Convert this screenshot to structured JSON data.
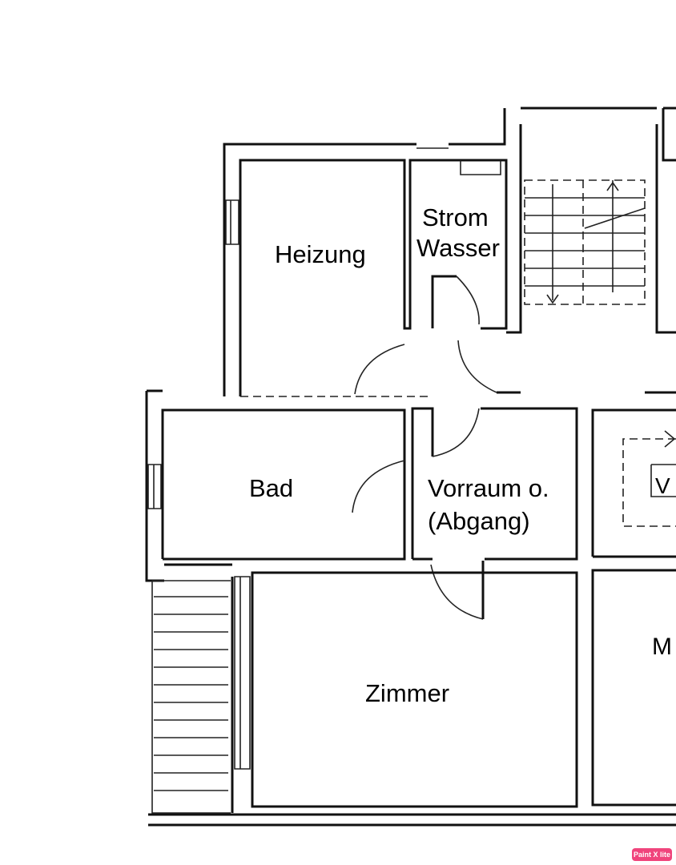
{
  "rooms": {
    "heizung": "Heizung",
    "strom": "Strom",
    "wasser": "Wasser",
    "bad": "Bad",
    "vorraum_line1": "Vorraum o.",
    "vorraum_line2": "(Abgang)",
    "zimmer": "Zimmer",
    "right_upper_partial": "V",
    "right_lower_partial": "M"
  },
  "watermark": "Paint X lite",
  "colors": {
    "lines": "#111111",
    "badge": "#f0447c"
  }
}
